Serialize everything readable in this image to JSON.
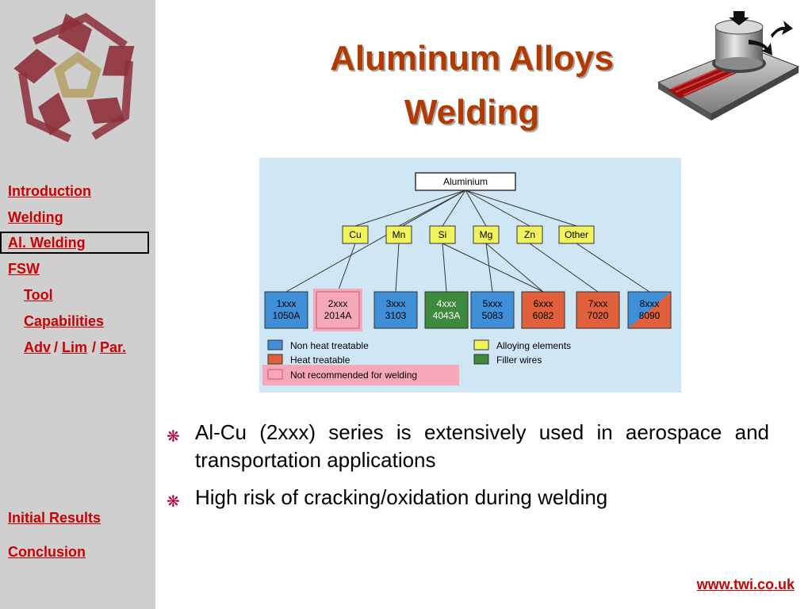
{
  "sidebar": {
    "nav": {
      "introduction": "Introduction",
      "welding": "Welding",
      "al_welding": "Al. Welding",
      "fsw": "FSW",
      "tool": "Tool",
      "capabilities": "Capabilities",
      "adv": "Adv",
      "lim": "Lim",
      "par": "Par.",
      "slash": "/",
      "initial_results": "Initial Results",
      "conclusion": "Conclusion"
    }
  },
  "slide": {
    "title_line1": "Aluminum Alloys",
    "title_line2": "Welding"
  },
  "diagram": {
    "root": "Aluminium",
    "elements": [
      "Cu",
      "Mn",
      "Si",
      "Mg",
      "Zn",
      "Other"
    ],
    "series": [
      {
        "code": "1xxx",
        "alloy": "1050A",
        "type": "non-heat-treatable"
      },
      {
        "code": "2xxx",
        "alloy": "2014A",
        "type": "heat-treatable-not-recommended"
      },
      {
        "code": "3xxx",
        "alloy": "3103",
        "type": "non-heat-treatable"
      },
      {
        "code": "4xxx",
        "alloy": "4043A",
        "type": "filler-wire"
      },
      {
        "code": "5xxx",
        "alloy": "5083",
        "type": "non-heat-treatable"
      },
      {
        "code": "6xxx",
        "alloy": "6082",
        "type": "heat-treatable"
      },
      {
        "code": "7xxx",
        "alloy": "7020",
        "type": "heat-treatable"
      },
      {
        "code": "8xxx",
        "alloy": "8090",
        "type": "mixed"
      }
    ],
    "legend": {
      "non_heat": "Non heat treatable",
      "heat": "Heat treatable",
      "not_recommended": "Not recommended for welding",
      "alloying": "Alloying elements",
      "filler": "Filler wires"
    },
    "colors": {
      "background": "#cfe6f5",
      "blue": "#3f8fd8",
      "orange": "#e0603c",
      "green": "#3d8a3d",
      "yellow": "#f2f25a",
      "pink": "#f7a8b8"
    }
  },
  "bullets": [
    "Al-Cu (2xxx) series is extensively used in aerospace and transportation applications",
    "High risk of cracking/oxidation during welding"
  ],
  "footer": {
    "url": "www.twi.co.uk"
  },
  "colors": {
    "sidebar": "#cfcfcf",
    "link": "#cc0000",
    "title": "#b23a00",
    "bullet": "#b20038"
  }
}
